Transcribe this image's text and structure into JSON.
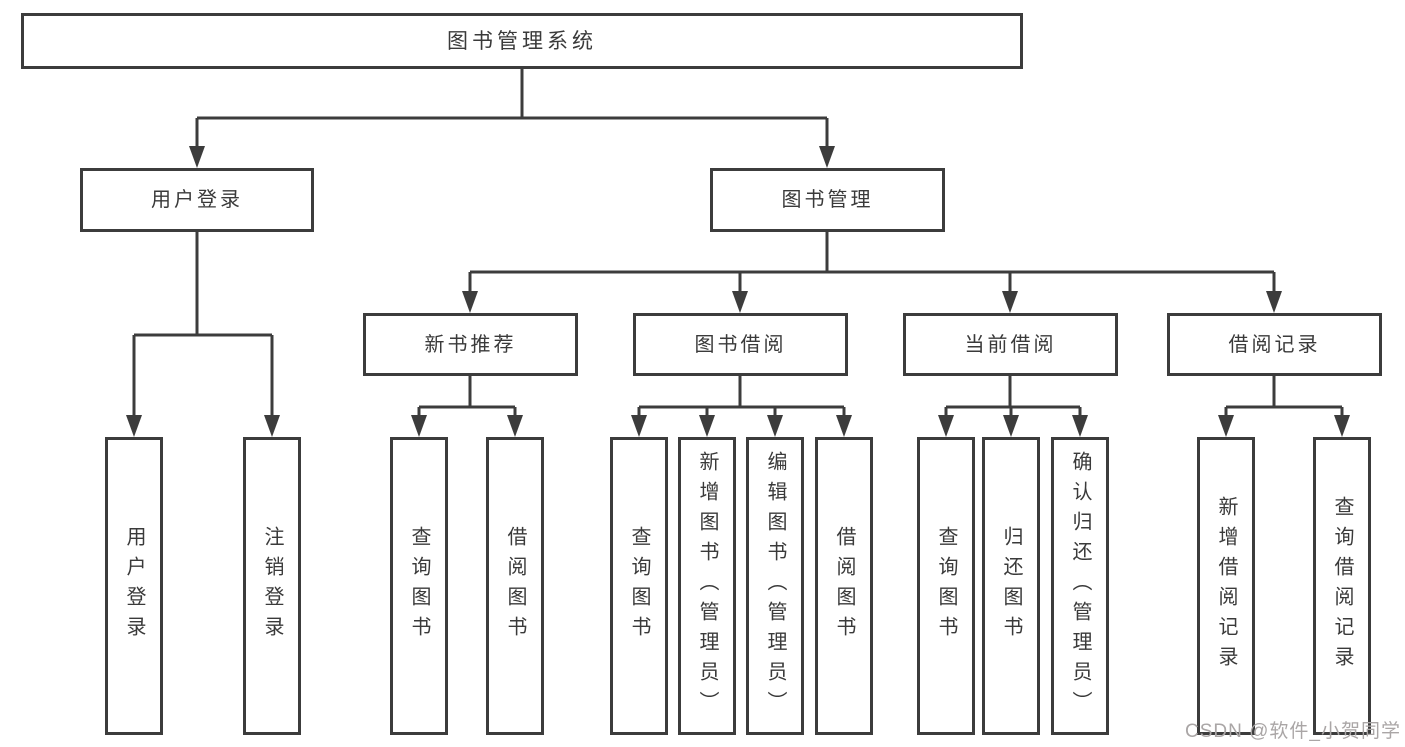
{
  "diagram": {
    "type": "hierarchy-tree",
    "title": "图书管理系统"
  },
  "hierarchy": {
    "label": "图书管理系统",
    "children": [
      {
        "label": "用户登录",
        "children": [
          {
            "label": "用户登录"
          },
          {
            "label": "注销登录"
          }
        ]
      },
      {
        "label": "图书管理",
        "children": [
          {
            "label": "新书推荐",
            "children": [
              {
                "label": "查询图书"
              },
              {
                "label": "借阅图书"
              }
            ]
          },
          {
            "label": "图书借阅",
            "children": [
              {
                "label": "查询图书"
              },
              {
                "label": "新增图书（管理员）"
              },
              {
                "label": "编辑图书（管理员）"
              },
              {
                "label": "借阅图书"
              }
            ]
          },
          {
            "label": "当前借阅",
            "children": [
              {
                "label": "查询图书"
              },
              {
                "label": "归还图书"
              },
              {
                "label": "确认归还（管理员）"
              }
            ]
          },
          {
            "label": "借阅记录",
            "children": [
              {
                "label": "新增借阅记录"
              },
              {
                "label": "查询借阅记录"
              }
            ]
          }
        ]
      }
    ]
  },
  "watermark": {
    "text": "CSDN @软件_小贺同学"
  },
  "colors": {
    "line": "#3c3c3c",
    "text": "#3a3a3a",
    "watermark": "#aaa6a6",
    "background": "#ffffff"
  }
}
